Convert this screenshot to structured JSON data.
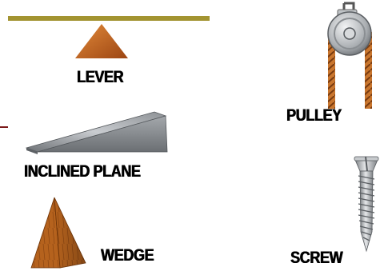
{
  "labels": {
    "lever": "LEVER",
    "pulley": "PULLEY",
    "inclined_plane": "INCLINED PLANE",
    "wedge": "WEDGE",
    "screw": "SCREW"
  },
  "colors": {
    "lever_beam": "#a39431",
    "fulcrum": "#b45a1a",
    "metal": "#b4b8bc",
    "rope": "#c9762e",
    "wood": "#b5621d",
    "accent_line": "#7b1a1a"
  }
}
